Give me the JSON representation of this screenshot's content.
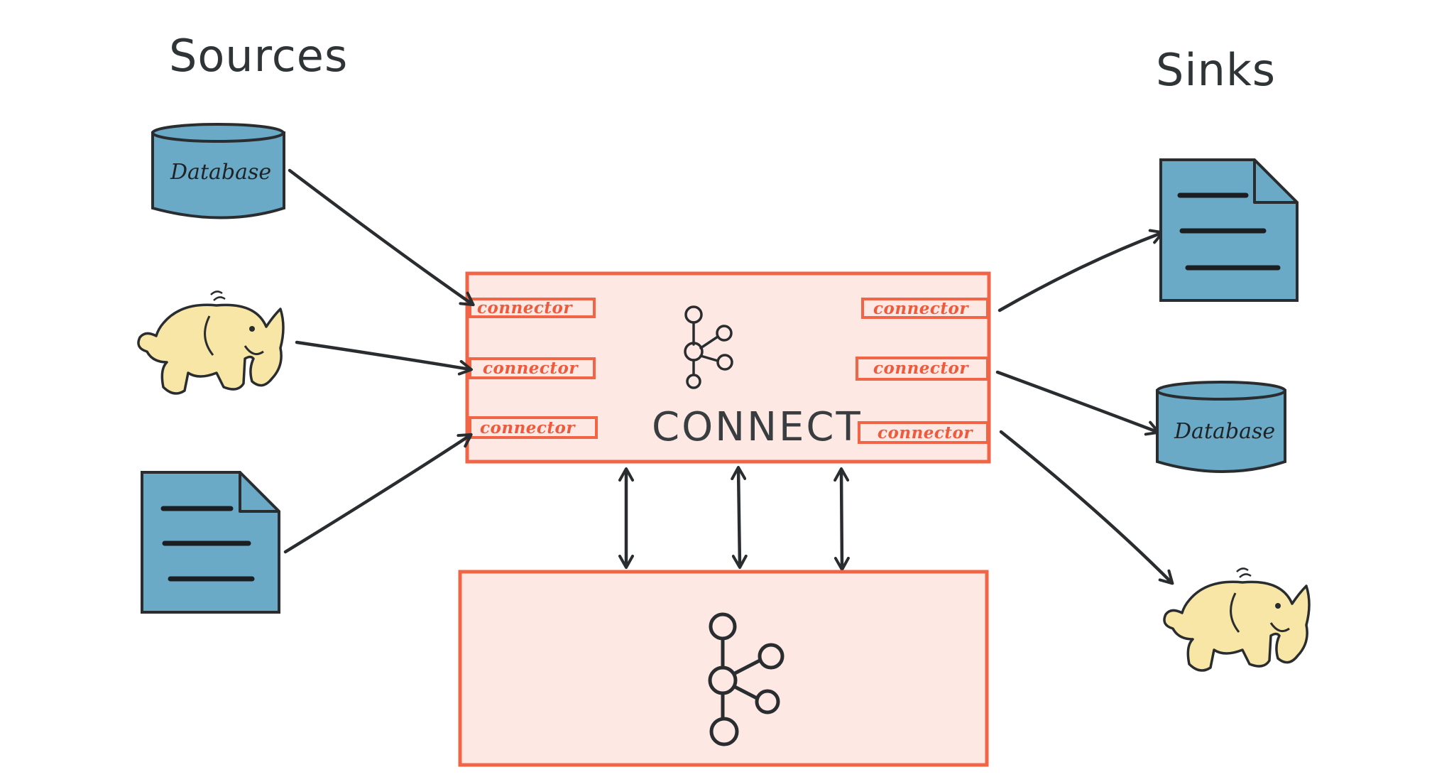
{
  "labels": {
    "sources": "Sources",
    "sinks": "Sinks",
    "connect": "CONNECT"
  },
  "sources": {
    "database_label": "Database"
  },
  "sinks": {
    "database_label": "Database"
  },
  "connectors": {
    "left": [
      "connector",
      "connector",
      "connector"
    ],
    "right": [
      "connector",
      "connector",
      "connector"
    ]
  },
  "colors": {
    "frame_red": "#f26446",
    "frame_fill": "#fde8e4",
    "storage_blue": "#6aaac6",
    "elephant_yellow": "#f7e6a5",
    "ink": "#2a2d30"
  },
  "icons": {
    "kafka_small": "kafka-logo-icon",
    "kafka_large": "kafka-logo-icon",
    "hadoop": "hadoop-elephant-icon",
    "document": "document-icon",
    "database": "database-icon"
  }
}
